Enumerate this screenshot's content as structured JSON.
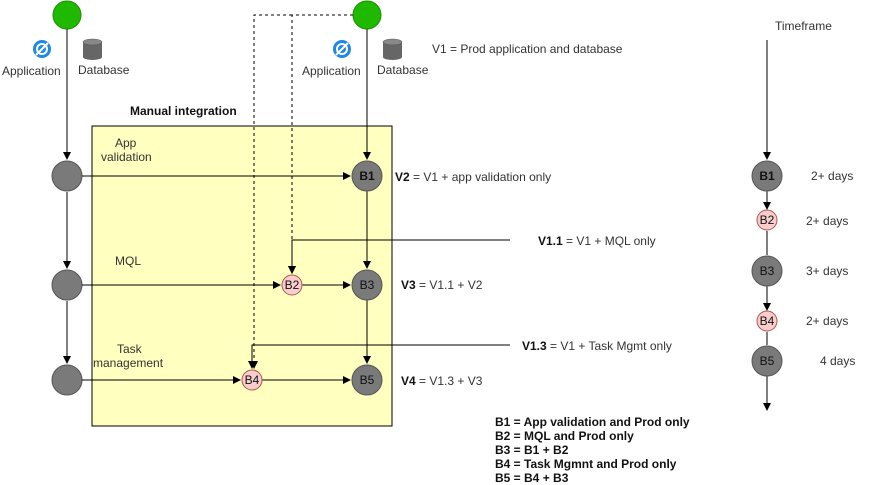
{
  "top": {
    "left_icons": {
      "application_label": "Application",
      "database_label": "Database"
    },
    "right_icons": {
      "application_label": "Application",
      "database_label": "Database"
    },
    "v1_legend": "V1 = Prod application and database"
  },
  "box": {
    "title": "Manual integration",
    "rows": [
      {
        "label_line1": "App",
        "label_line2": "validation"
      },
      {
        "label_line1": "MQL",
        "label_line2": ""
      },
      {
        "label_line1": "Task",
        "label_line2": "management"
      }
    ]
  },
  "nodes": {
    "b1": "B1",
    "b2": "B2",
    "b3": "B3",
    "b4": "B4",
    "b5": "B5"
  },
  "versions": {
    "v2": {
      "key": "V2",
      "rest": " = V1 + app validation only"
    },
    "v1_1": {
      "key": "V1.1",
      "rest": " = V1 + MQL only"
    },
    "v3": {
      "key": "V3",
      "rest": " = V1.1 + V2"
    },
    "v1_3": {
      "key": "V1.3",
      "rest": " = V1 + Task Mgmt only"
    },
    "v4": {
      "key": "V4",
      "rest": " = V1.3 + V3"
    }
  },
  "legend": [
    "B1 = App validation and Prod only",
    "B2 = MQL and Prod only",
    "B3 = B1 + B2",
    "B4 = Task Mgmnt and Prod only",
    "B5 = B4 + B3"
  ],
  "timeframe": {
    "title": "Timeframe",
    "items": [
      {
        "node": "B1",
        "duration": "2+ days"
      },
      {
        "node": "B2",
        "duration": "2+ days"
      },
      {
        "node": "B3",
        "duration": "3+ days"
      },
      {
        "node": "B4",
        "duration": "2+ days"
      },
      {
        "node": "B5",
        "duration": "4 days"
      }
    ]
  },
  "colors": {
    "start_node": "#1fba00",
    "gray_node": "#7a7a7a",
    "pink_node": "#f8cecc",
    "pink_stroke": "#b85450",
    "box_fill": "#ffffc0",
    "icon_blue": "#1e88e5"
  }
}
